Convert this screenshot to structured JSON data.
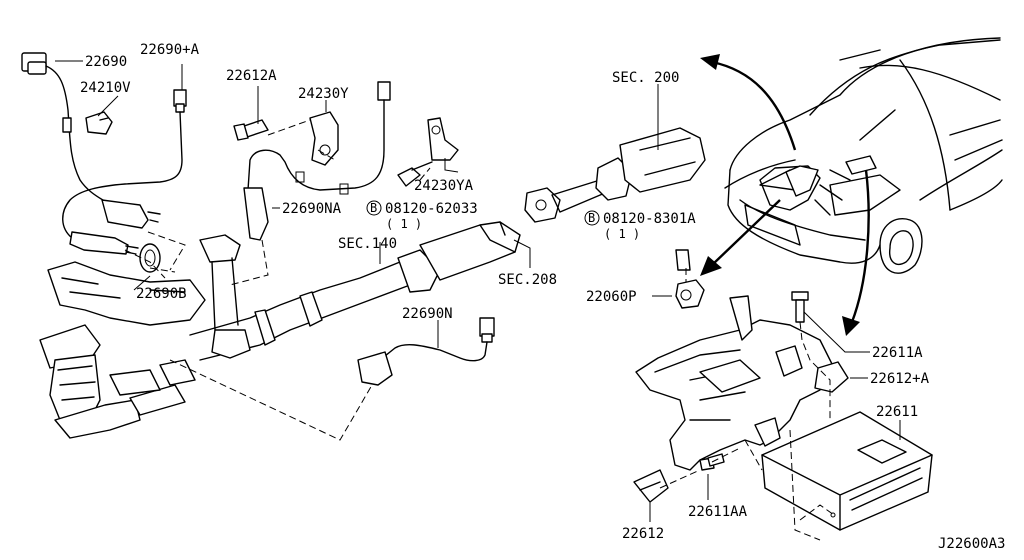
{
  "labels": {
    "p22690": "22690",
    "p22690A": "22690+A",
    "p24210V": "24210V",
    "p22612A": "22612A",
    "p24230Y": "24230Y",
    "p24230YA": "24230YA",
    "p22690NA": "22690NA",
    "bolt62033": "08120-62033",
    "bolt62033qty": "( 1 )",
    "bolt8301A": "08120-8301A",
    "bolt8301Aqty": "( 1 )",
    "sec200": "SEC. 200",
    "sec140": "SEC.140",
    "sec208": "SEC.208",
    "p22690B": "22690B",
    "p22690N": "22690N",
    "p22060P": "22060P",
    "p22611A": "22611A",
    "p22612plusA": "22612+A",
    "p22611": "22611",
    "p22612": "22612",
    "p22611AA": "22611AA",
    "diagramId": "J22600A3",
    "circleB": "B"
  }
}
